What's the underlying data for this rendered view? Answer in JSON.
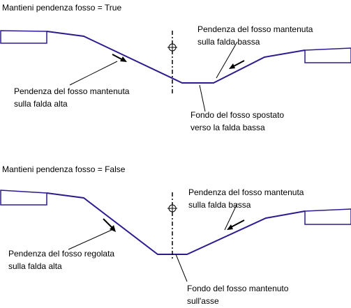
{
  "diagram_true": {
    "title": "Mantieni pendenza fosso = True",
    "label_right_slope": [
      "Pendenza del fosso mantenuta",
      "sulla falda bassa"
    ],
    "label_left_slope": [
      "Pendenza del fosso mantenuta",
      "sulla falda alta"
    ],
    "label_bottom": [
      "Fondo del fosso spostato",
      "verso la falda bassa"
    ]
  },
  "diagram_false": {
    "title": "Mantieni pendenza fosso = False",
    "label_right_slope": [
      "Pendenza del fosso mantenuta",
      "sulla falda bassa"
    ],
    "label_left_slope": [
      "Pendenza del fosso regolata",
      "sulla falda alta"
    ],
    "label_bottom": [
      "Fondo del fosso mantenuto",
      "sull'asse"
    ]
  },
  "colors": {
    "profile_line": "#2b1b8f",
    "annotation": "#000000"
  },
  "icons": [
    "centerline-icon",
    "direction-arrow-icon"
  ]
}
